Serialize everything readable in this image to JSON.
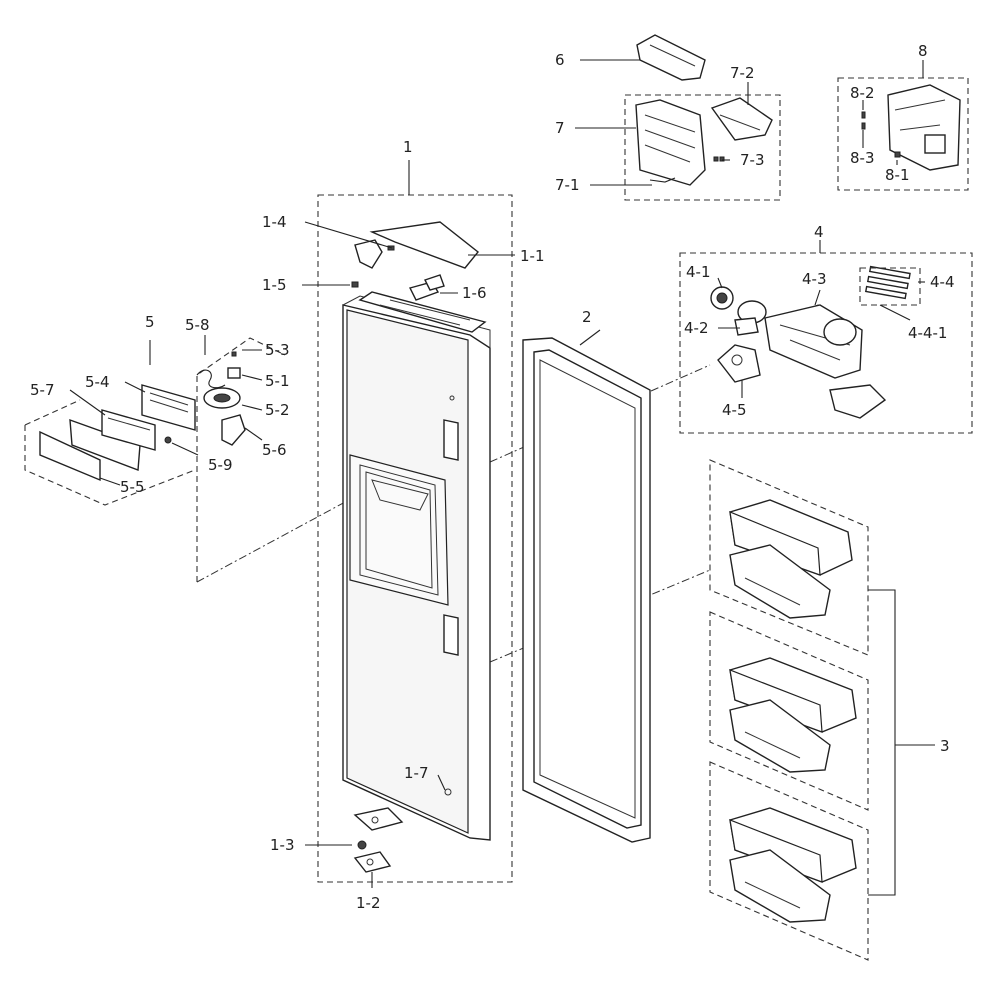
{
  "diagram": {
    "labels": {
      "l1": "1",
      "l1_1": "1-1",
      "l1_2": "1-2",
      "l1_3": "1-3",
      "l1_4": "1-4",
      "l1_5": "1-5",
      "l1_6": "1-6",
      "l1_7": "1-7",
      "l2": "2",
      "l3": "3",
      "l4": "4",
      "l4_1": "4-1",
      "l4_2": "4-2",
      "l4_3": "4-3",
      "l4_4": "4-4",
      "l4_4_1": "4-4-1",
      "l4_5": "4-5",
      "l5": "5",
      "l5_1": "5-1",
      "l5_2": "5-2",
      "l5_3": "5-3",
      "l5_4": "5-4",
      "l5_5": "5-5",
      "l5_6": "5-6",
      "l5_7": "5-7",
      "l5_8": "5-8",
      "l5_9": "5-9",
      "l6": "6",
      "l7": "7",
      "l7_1": "7-1",
      "l7_2": "7-2",
      "l7_3": "7-3",
      "l8": "8",
      "l8_1": "8-1",
      "l8_2": "8-2",
      "l8_3": "8-3"
    }
  }
}
